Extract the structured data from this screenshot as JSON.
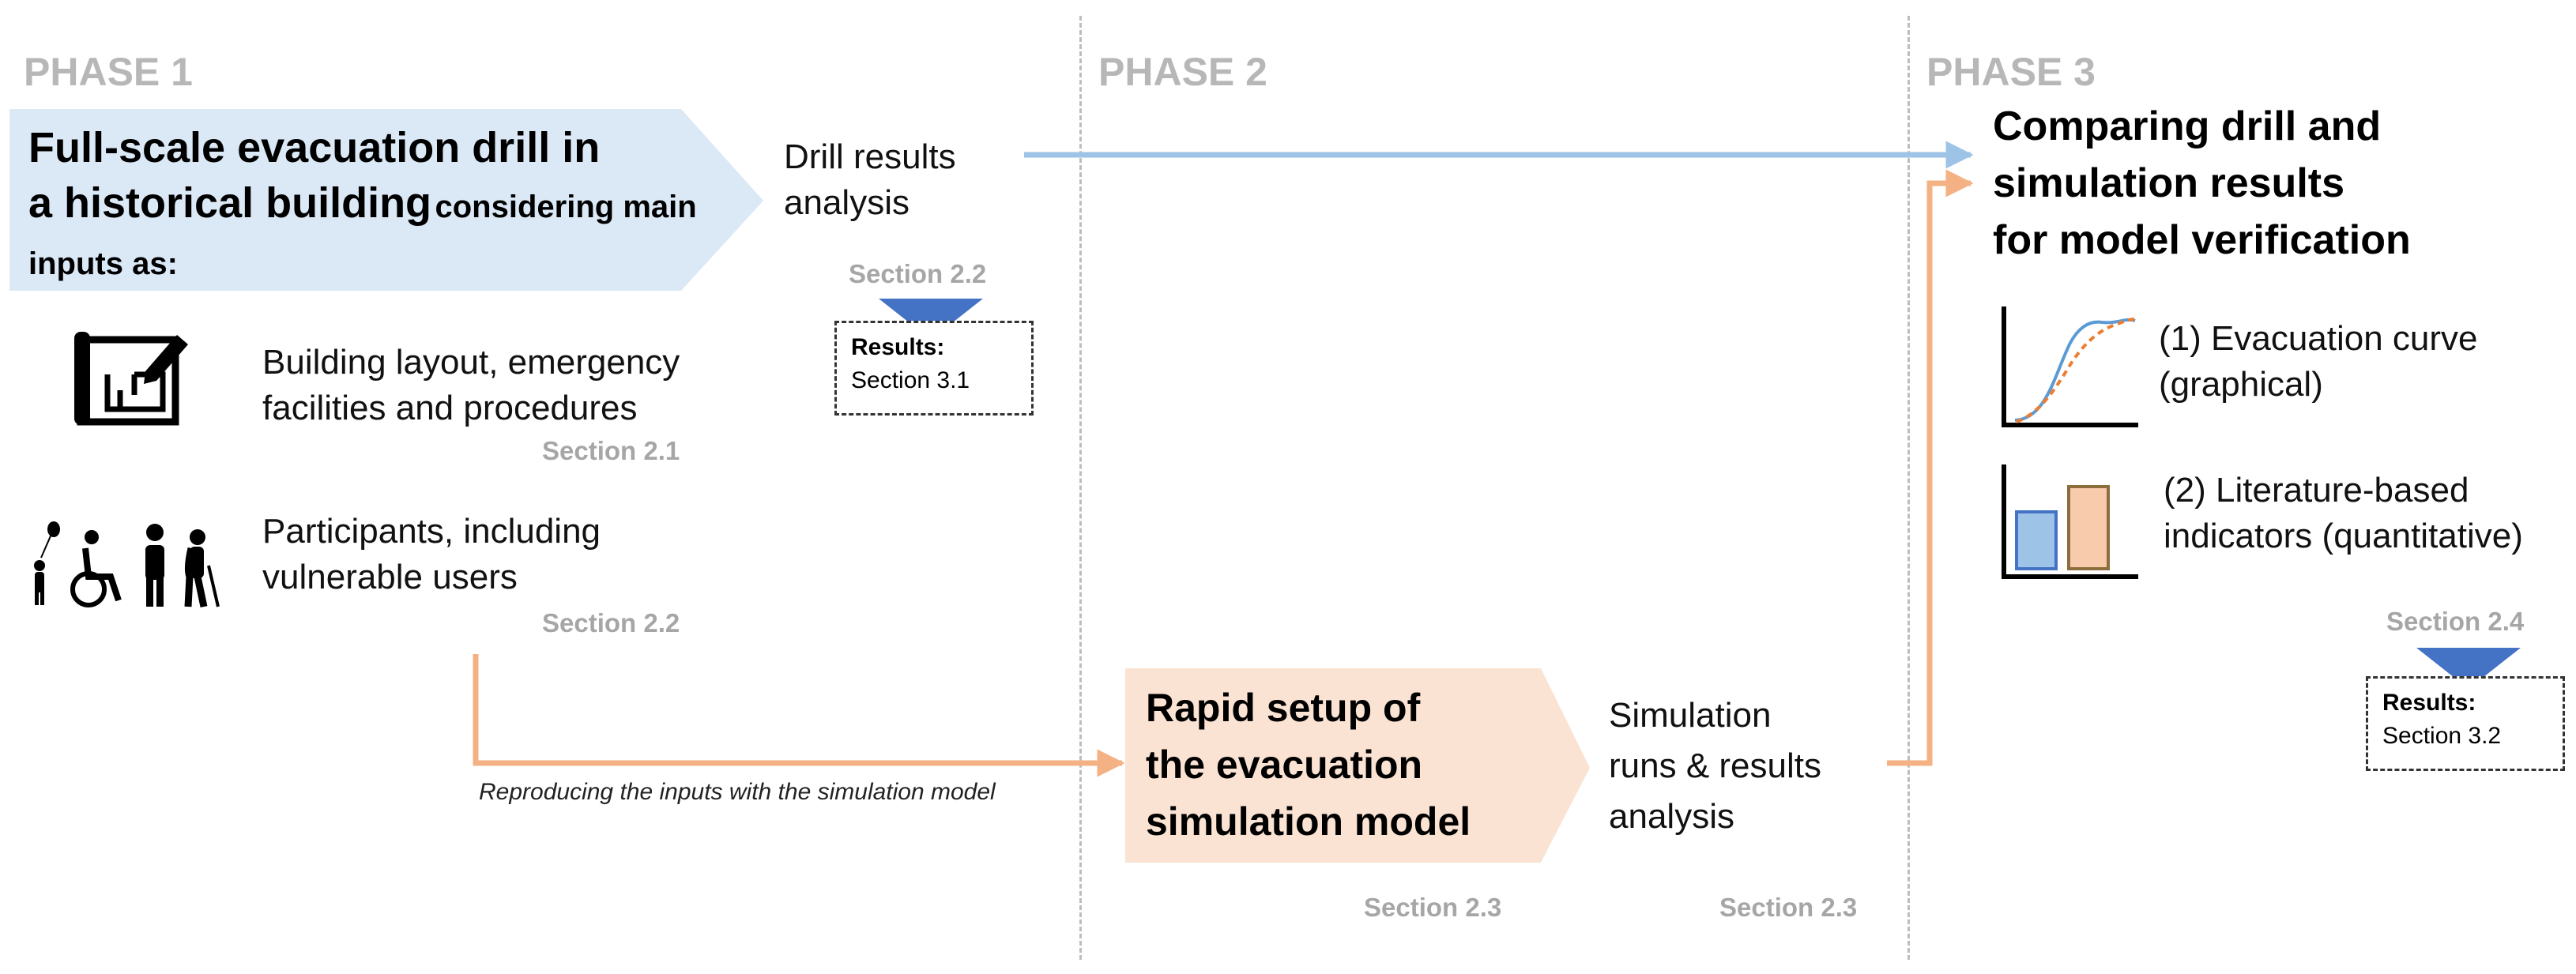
{
  "colors": {
    "blue_fill": "#dbe8f6",
    "blue_line": "#9dc3e6",
    "orange_fill": "#fbe3d3",
    "orange_line": "#f4b183",
    "marker_blue": "#4472c4",
    "phase_gray": "#b7b7b7"
  },
  "phases": [
    "PHASE 1",
    "PHASE 2",
    "PHASE 3"
  ],
  "phase1": {
    "title_line1": "Full-scale evacuation drill in",
    "title_line2_bold": "a historical building",
    "title_line2_rest": "considering main",
    "title_line3": "inputs as:",
    "input1": {
      "icon": "building-plan-icon",
      "line1": "Building layout, emergency",
      "line2": "facilities and procedures",
      "section": "Section 2.1"
    },
    "input2": {
      "icon": "people-group-icon",
      "line1": "Participants, including",
      "line2": "vulnerable users",
      "section": "Section 2.2"
    },
    "drill": {
      "line1": "Drill results",
      "line2": "analysis",
      "section": "Section 2.2",
      "results_label": "Results:",
      "results_section": "Section 3.1"
    },
    "reproducing_note": "Reproducing the inputs with the simulation model"
  },
  "phase2": {
    "title_line1": "Rapid setup of",
    "title_line2": "the evacuation",
    "title_line3": "simulation model",
    "title_section": "Section 2.3",
    "runs_line1": "Simulation",
    "runs_line2": "runs & results",
    "runs_line3": "analysis",
    "runs_section": "Section 2.3"
  },
  "phase3": {
    "title_line1": "Comparing drill and",
    "title_line2": "simulation results",
    "title_line3": "for model verification",
    "item1": {
      "icon": "evacuation-curve-icon",
      "line1": "(1) Evacuation curve",
      "line2": "(graphical)"
    },
    "item2": {
      "icon": "bar-chart-icon",
      "line1": "(2) Literature-based",
      "line2": "indicators (quantitative)"
    },
    "section": "Section 2.4",
    "results_label": "Results:",
    "results_section": "Section 3.2"
  }
}
